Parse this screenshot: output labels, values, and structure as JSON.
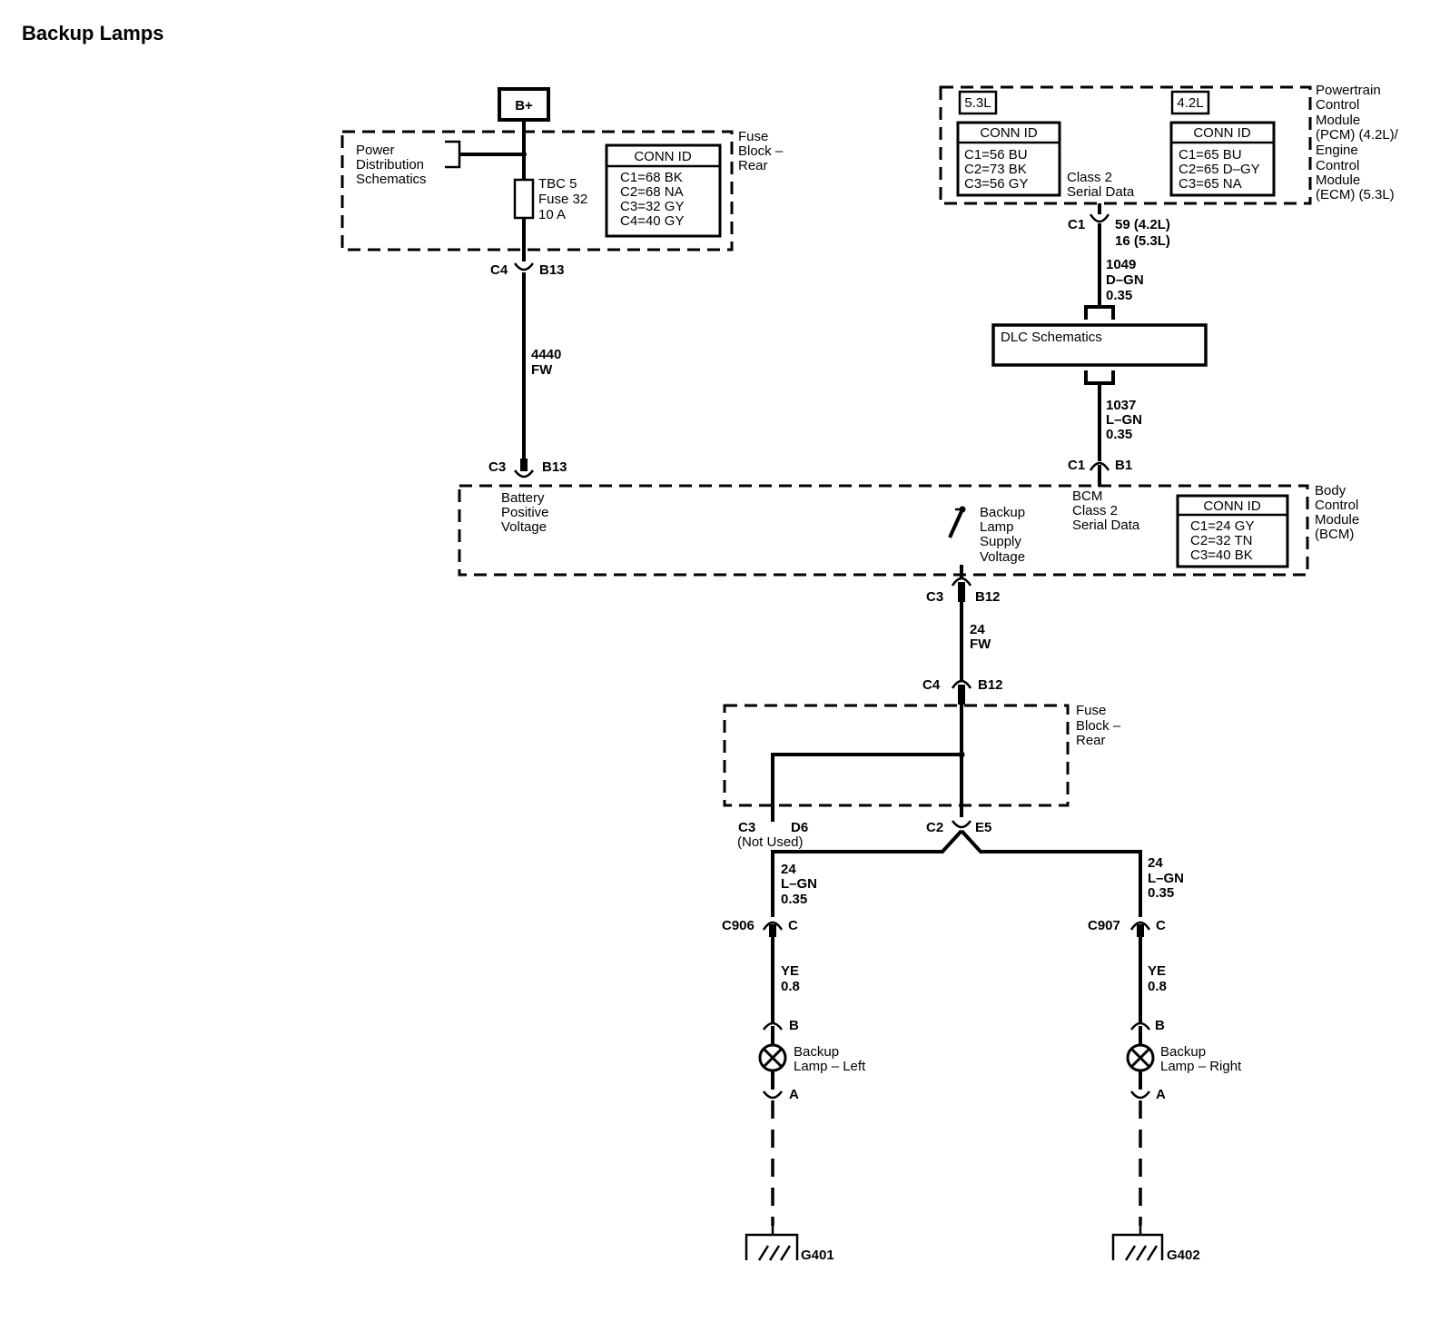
{
  "title": "Backup Lamps",
  "b_plus": "B+",
  "fuse_block_top": {
    "label": [
      "Fuse",
      "Block –",
      "Rear"
    ],
    "power_dist": [
      "Power",
      "Distribution",
      "Schematics"
    ],
    "fuse": [
      "TBC 5",
      "Fuse 32",
      "10 A"
    ],
    "conn_title": "CONN ID",
    "conn": [
      "C1=68 BK",
      "C2=68 NA",
      "C3=32 GY",
      "C4=40 GY"
    ],
    "out_conn": "C4",
    "out_pin": "B13"
  },
  "wire_4440": [
    "4440",
    "FW"
  ],
  "pcm": {
    "label": [
      "Powertrain",
      "Control",
      "Module",
      "(PCM) (4.2L)/",
      "Engine",
      "Control",
      "Module",
      "(ECM) (5.3L)"
    ],
    "v53": "5.3L",
    "v42": "4.2L",
    "conn_title": "CONN ID",
    "conn53": [
      "C1=56 BU",
      "C2=73 BK",
      "C3=56 GY"
    ],
    "conn42": [
      "C1=65 BU",
      "C2=65 D–GY",
      "C3=65 NA"
    ],
    "serial": [
      "Class 2",
      "Serial Data"
    ],
    "out_conn": "C1",
    "out_pins": [
      "59 (4.2L)",
      "16 (5.3L)"
    ]
  },
  "wire_1049": [
    "1049",
    "D–GN",
    "0.35"
  ],
  "dlc": "DLC Schematics",
  "wire_1037": [
    "1037",
    "L–GN",
    "0.35"
  ],
  "bcm": {
    "label": [
      "Body",
      "Control",
      "Module",
      "(BCM)"
    ],
    "in_left_conn": "C3",
    "in_left_pin": "B13",
    "in_right_conn": "C1",
    "in_right_pin": "B1",
    "battery": [
      "Battery",
      "Positive",
      "Voltage"
    ],
    "backup": [
      "Backup",
      "Lamp",
      "Supply",
      "Voltage"
    ],
    "serial": [
      "BCM",
      "Class 2",
      "Serial Data"
    ],
    "conn_title": "CONN ID",
    "conn": [
      "C1=24 GY",
      "C2=32 TN",
      "C3=40 BK"
    ],
    "out_conn": "C3",
    "out_pin": "B12"
  },
  "wire_24fw": [
    "24",
    "FW"
  ],
  "fuse_block_bottom": {
    "in_conn": "C4",
    "in_pin": "B12",
    "label": [
      "Fuse",
      "Block –",
      "Rear"
    ],
    "left_conn": "C3",
    "left_pin": "D6",
    "not_used": "(Not Used)",
    "right_conn": "C2",
    "right_pin": "E5"
  },
  "left": {
    "wire_a": [
      "24",
      "L–GN",
      "0.35"
    ],
    "conn": "C906",
    "conn_pin": "C",
    "wire_b": [
      "YE",
      "0.8"
    ],
    "pin_b": "B",
    "lamp": [
      "Backup",
      "Lamp – Left"
    ],
    "pin_a": "A",
    "ground": "G401"
  },
  "right": {
    "wire_a": [
      "24",
      "L–GN",
      "0.35"
    ],
    "conn": "C907",
    "conn_pin": "C",
    "wire_b": [
      "YE",
      "0.8"
    ],
    "pin_b": "B",
    "lamp": [
      "Backup",
      "Lamp – Right"
    ],
    "pin_a": "A",
    "ground": "G402"
  }
}
